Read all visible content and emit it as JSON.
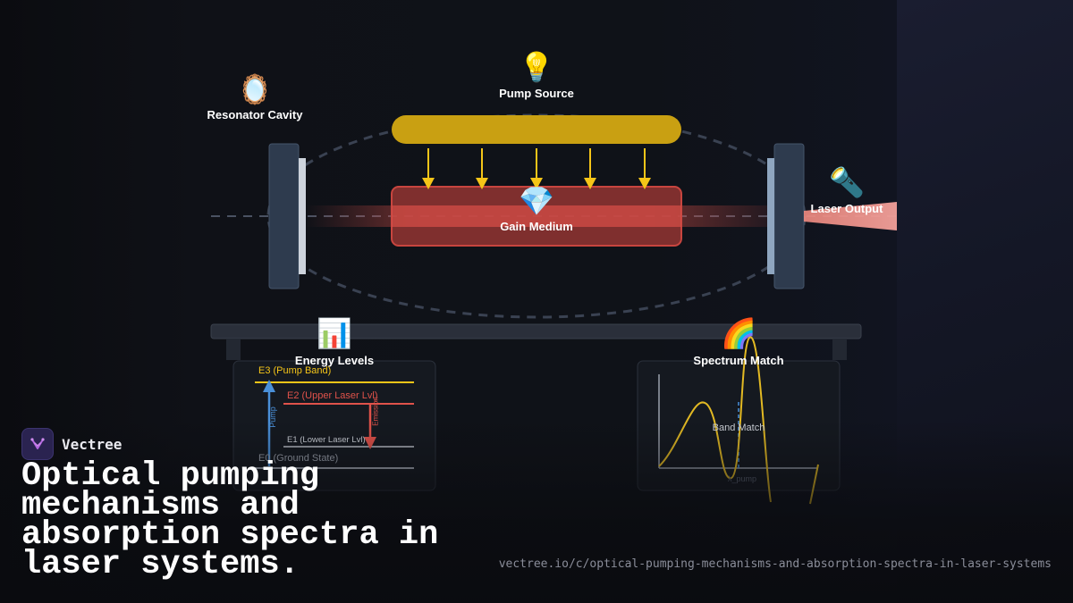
{
  "diagram": {
    "labels": {
      "pump_source": "Pump Source",
      "resonator_cavity": "Resonator Cavity",
      "gain_medium": "Gain Medium",
      "laser_output": "Laser Output",
      "energy_levels": "Energy Levels",
      "spectrum_match": "Spectrum Match"
    },
    "icons": {
      "pump_source": "💡",
      "resonator_cavity": "🪞",
      "gain_medium": "💎",
      "laser_output": "🔦",
      "energy_levels": "📊",
      "spectrum_match": "🌈"
    },
    "icon_names": {
      "pump_source": "light-bulb-icon",
      "resonator_cavity": "mirror-icon",
      "gain_medium": "gem-icon",
      "laser_output": "flashlight-icon",
      "energy_levels": "bar-chart-icon",
      "spectrum_match": "rainbow-icon"
    },
    "energy_levels": {
      "e3": "E3 (Pump Band)",
      "e2": "E2 (Upper Laser Lvl)",
      "e1": "E1 (Lower Laser Lvl)",
      "e0": "E0 (Ground State)",
      "pump": "Pump",
      "emission": "Emission"
    },
    "spectrum": {
      "band_match": "Band Match",
      "x_label": "λ_pump"
    },
    "colors": {
      "pump_yellow": "#f5c518",
      "gain_red": "#e0524a",
      "pump_arrow_blue": "#4a90d9",
      "emission_red": "#e0524a",
      "mirror": "#2e3b4e"
    }
  },
  "brand": {
    "name": "Vectree"
  },
  "headline": "Optical pumping mechanisms and absorption spectra in laser systems.",
  "url": "vectree.io/c/optical-pumping-mechanisms-and-absorption-spectra-in-laser-systems"
}
